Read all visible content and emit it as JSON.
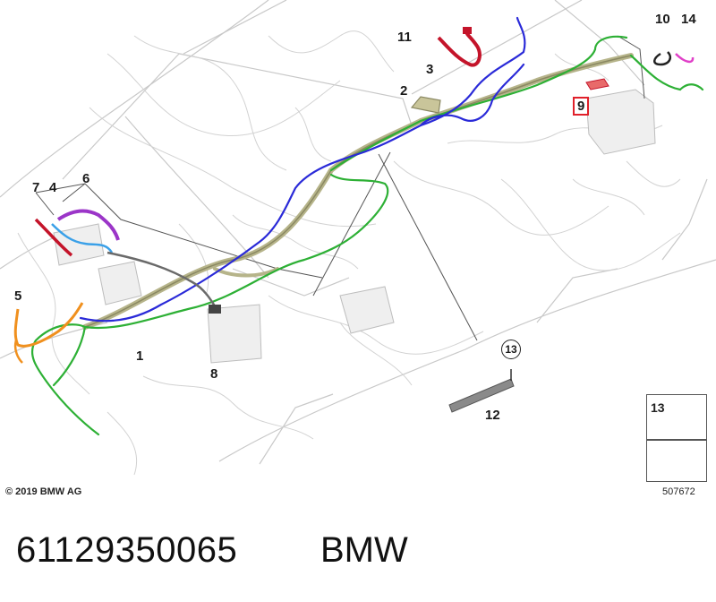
{
  "diagram": {
    "callouts": {
      "c1": "1",
      "c2": "2",
      "c3": "3",
      "c4": "4",
      "c5": "5",
      "c6": "6",
      "c7": "7",
      "c8": "8",
      "c9": "9",
      "c10": "10",
      "c11": "11",
      "c12": "12",
      "c13": "13",
      "c14": "14"
    },
    "copyright": "© 2019 BMW AG",
    "image_number": "507672",
    "legend": {
      "label": "13"
    }
  },
  "footer": {
    "part_number": "61129350065",
    "brand": "BMW"
  },
  "colors": {
    "harness_main": "#b6b48a",
    "harness_green": "#2db035",
    "harness_blue": "#2a2ad8",
    "harness_red": "#c4142a",
    "harness_orange": "#f0901e",
    "harness_purple": "#9b35c8",
    "harness_lightblue": "#3aa0e8",
    "harness_pink": "#e040c8",
    "callout_box": "#e0202a"
  }
}
